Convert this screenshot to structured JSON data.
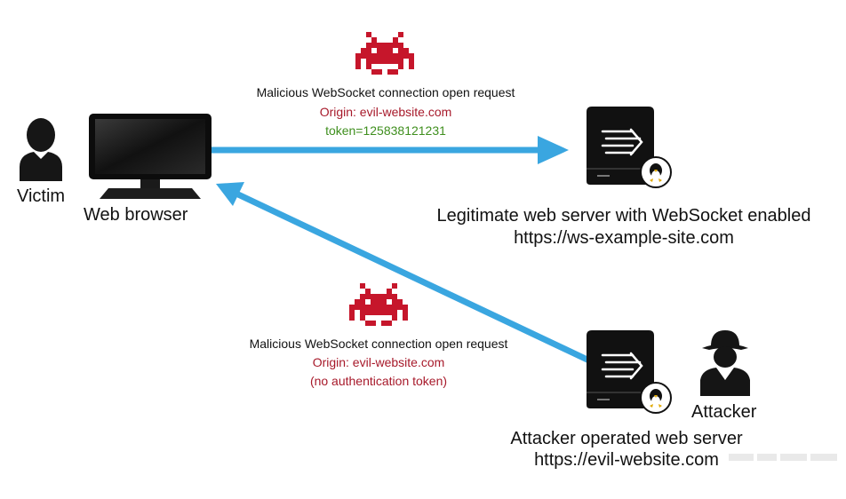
{
  "title": "",
  "labels": {
    "victim": "Victim",
    "web_browser": "Web browser",
    "legit_server": {
      "line1": "Legitimate web server with WebSocket enabled",
      "line2": "https://ws-example-site.com"
    },
    "attacker": "Attacker",
    "attacker_server": {
      "line1": "Attacker operated web server",
      "line2": "https://evil-website.com"
    }
  },
  "requests": {
    "top": {
      "line1": "Malicious WebSocket connection open request",
      "line2": "Origin: evil-website.com",
      "line3": "token=125838121231"
    },
    "bottom": {
      "line1": "Malicious WebSocket connection open request",
      "line2": "Origin: evil-website.com",
      "line3": "(no authentication token)"
    }
  },
  "icons": {
    "victim": "person-icon",
    "browser": "monitor-icon",
    "legit_server": "server-icon",
    "attacker_server": "server-icon",
    "attacker": "spy-icon",
    "os": "linux-penguin-icon",
    "malicious": "space-invader-icon"
  },
  "colors": {
    "arrow": "#3aa6e0",
    "origin_text": "#a7192a",
    "token_text": "#3f8f1e",
    "invader": "#c6162b"
  }
}
